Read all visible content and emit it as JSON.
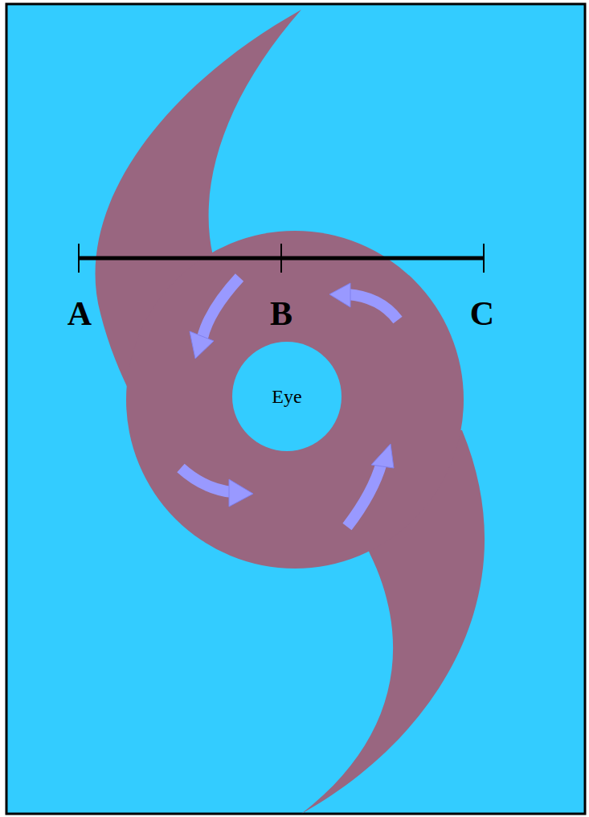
{
  "diagram": {
    "nodes": [
      {
        "text": [
          "Eye"
        ]
      }
    ],
    "labels": [
      "A",
      "B",
      "C"
    ]
  }
}
